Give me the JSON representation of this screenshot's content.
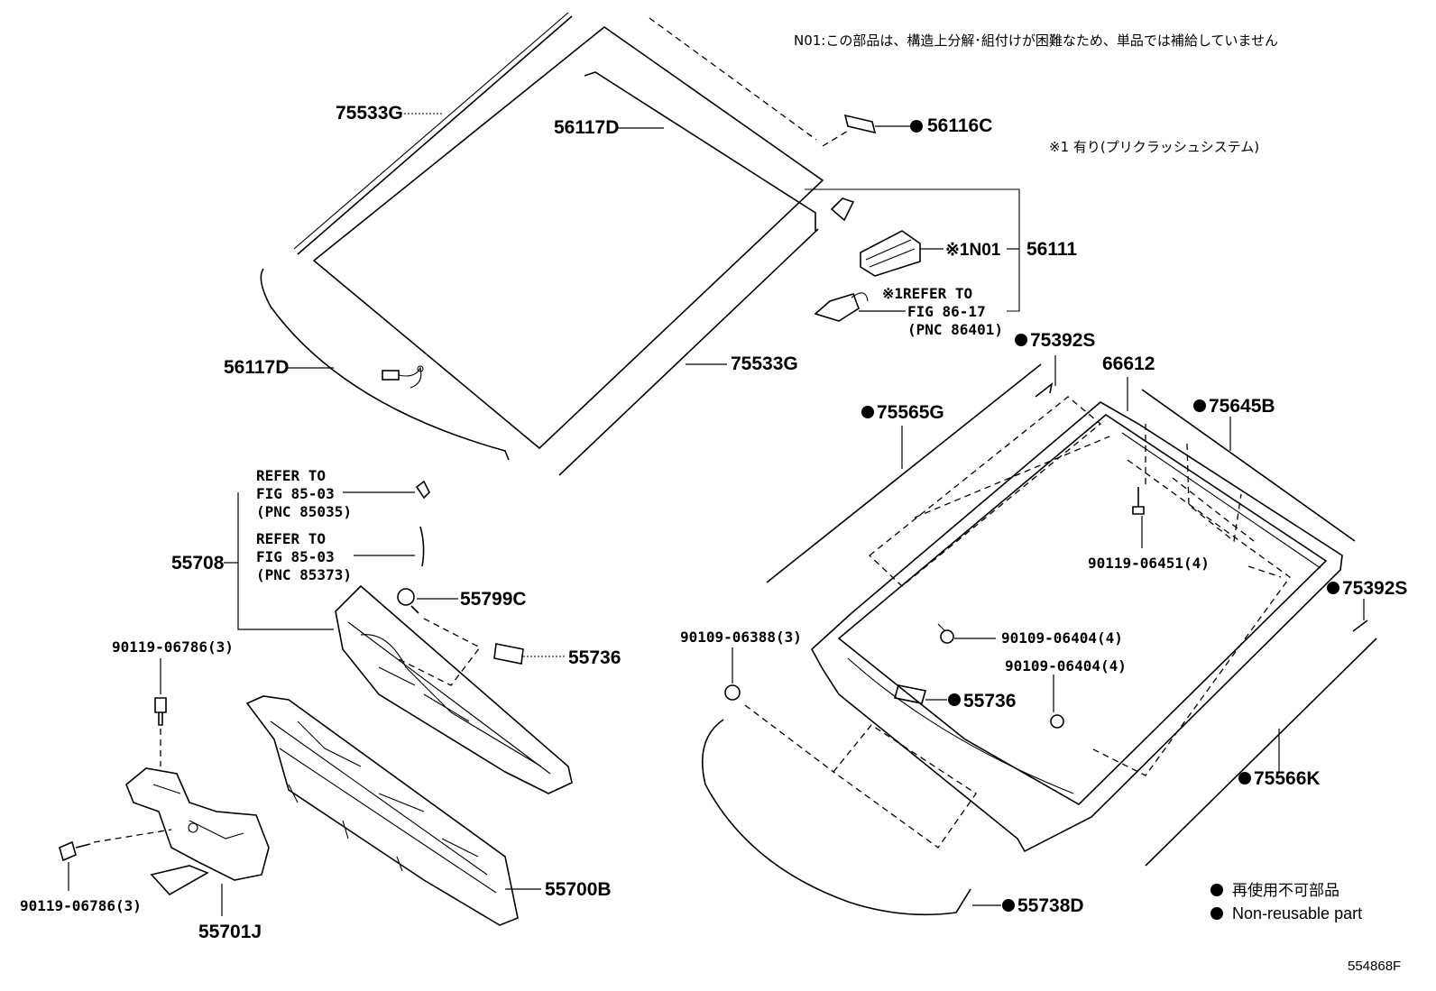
{
  "notes": {
    "n01_note": "N01:この部品は、構造上分解･組付けが困難なため、単品では補給していません",
    "precrash_note": "※1 有り(プリクラッシュシステム)"
  },
  "labels": {
    "p75533g_top": "75533G",
    "p56117d_top": "56117D",
    "p56116c": "56116C",
    "p56111_prefix": "※1N01",
    "p56111": "56111",
    "refer_8617_line1": "※1REFER TO",
    "refer_8617_line2": "FIG 86-17",
    "refer_8617_line3": "(PNC 86401)",
    "p56117d_left": "56117D",
    "p75533g_right": "75533G",
    "p75392s_top": "75392S",
    "p66612": "66612",
    "p75565g": "75565G",
    "p75645b": "75645B",
    "refer_8503a_line1": "REFER TO",
    "refer_8503a_line2": "FIG 85-03",
    "refer_8503a_line3": "(PNC 85035)",
    "refer_8503b_line1": "REFER TO",
    "refer_8503b_line2": "FIG 85-03",
    "refer_8503b_line3": "(PNC 85373)",
    "p55708": "55708",
    "p55799c": "55799C",
    "p90119_06451": "90119-06451(4)",
    "p75392s_right": "75392S",
    "p90119_06786_top": "90119-06786(3)",
    "p55736_left": "55736",
    "p90109_06388": "90109-06388(3)",
    "p90109_06404_a": "90109-06404(4)",
    "p90109_06404_b": "90109-06404(4)",
    "p55736_right": "55736",
    "p75566k": "75566K",
    "p55700b": "55700B",
    "p90119_06786_bottom": "90119-06786(3)",
    "p55701j": "55701J",
    "p55738d": "55738D"
  },
  "legend": {
    "jp": "再使用不可部品",
    "en": "Non-reusable part"
  },
  "figure_id": "554868F"
}
